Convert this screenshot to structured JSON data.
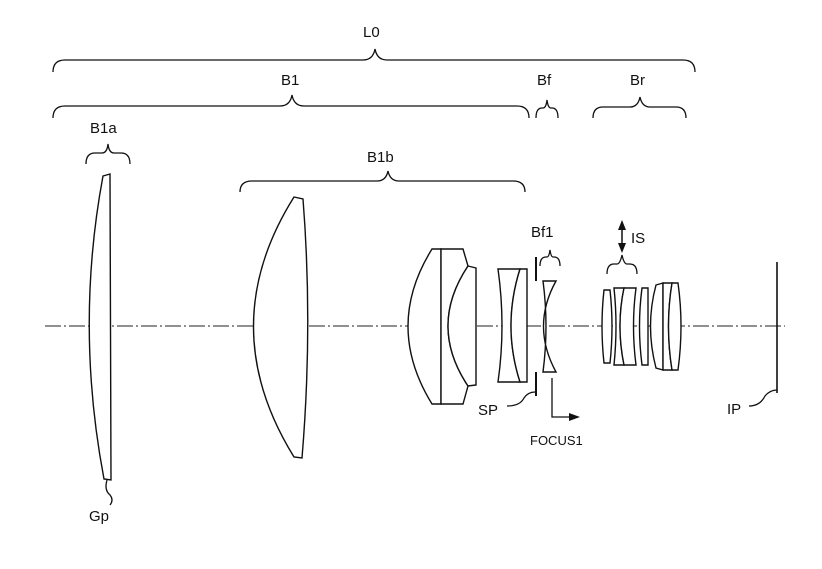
{
  "labels": {
    "total": "L0",
    "group_b1": "B1",
    "group_bf": "Bf",
    "group_br": "Br",
    "subgroup_b1a": "B1a",
    "subgroup_b1b": "B1b",
    "subgroup_bf1": "Bf1",
    "image_stabilizer": "IS",
    "aperture_stop": "SP",
    "focus": "FOCUS1",
    "image_plane": "IP",
    "glass_plate": "Gp"
  }
}
